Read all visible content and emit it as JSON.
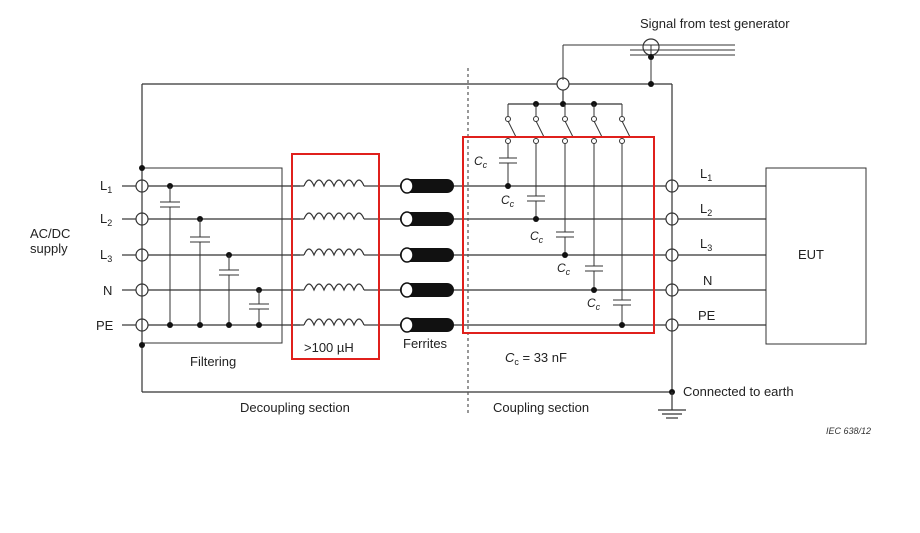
{
  "labels": {
    "signal": "Signal from test generator",
    "ac_dc_line1": "AC/DC",
    "ac_dc_line2": "supply",
    "line_l": "L",
    "sub_1": "1",
    "sub_2": "2",
    "sub_3": "3",
    "neutral": "N",
    "pe": "PE",
    "filtering": "Filtering",
    "inductance": ">100 µH",
    "ferrites": "Ferrites",
    "cc_value_prefix": "C",
    "cc_value_sub": "c",
    "cc_value_suffix": " = 33 nF",
    "cap_prefix": "C",
    "cap_sub": "c",
    "eut": "EUT",
    "connected_earth": "Connected to earth",
    "decoupling": "Decoupling section",
    "coupling": "Coupling section",
    "iec_ref": "IEC   638/12"
  },
  "colors": {
    "highlight": "#e0201c",
    "line": "#333333"
  }
}
